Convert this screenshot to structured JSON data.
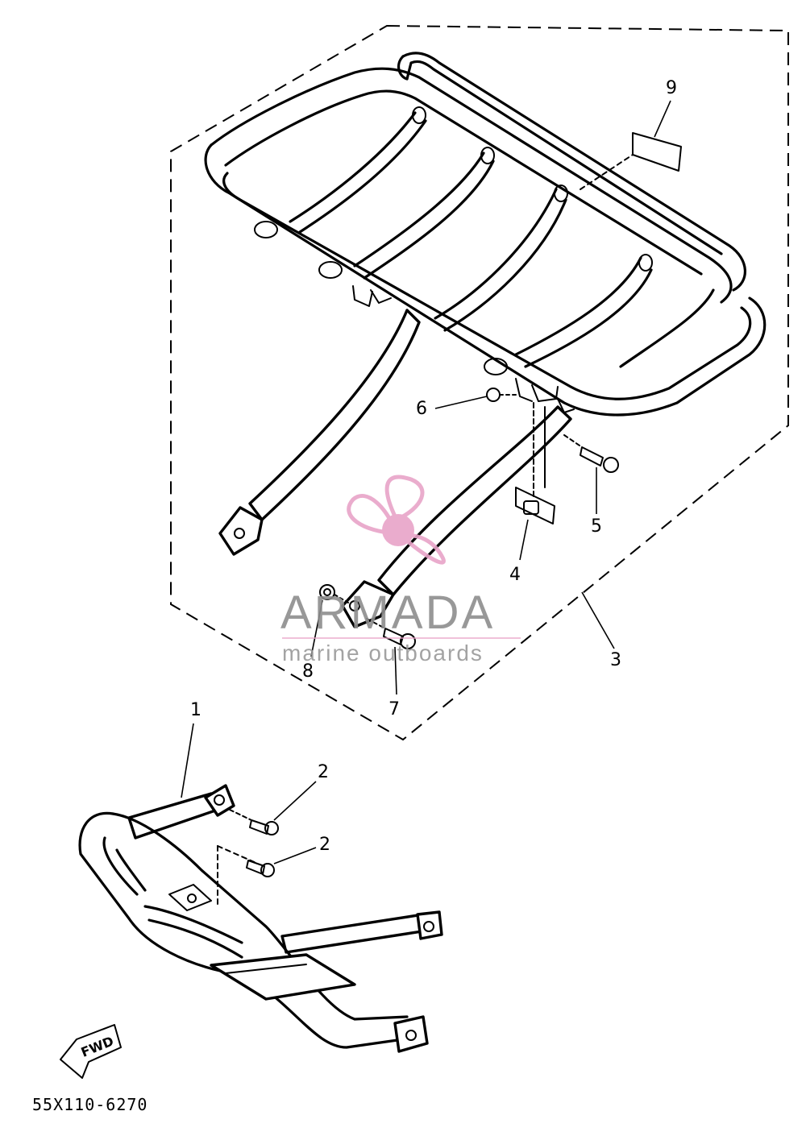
{
  "diagram": {
    "callouts": [
      {
        "id": "callout-1",
        "label": "1"
      },
      {
        "id": "callout-2a",
        "label": "2"
      },
      {
        "id": "callout-2b",
        "label": "2"
      },
      {
        "id": "callout-3",
        "label": "3"
      },
      {
        "id": "callout-4",
        "label": "4"
      },
      {
        "id": "callout-5",
        "label": "5"
      },
      {
        "id": "callout-6",
        "label": "6"
      },
      {
        "id": "callout-7",
        "label": "7"
      },
      {
        "id": "callout-8",
        "label": "8"
      },
      {
        "id": "callout-9",
        "label": "9"
      }
    ],
    "direction_label": "FWD",
    "drawing_code": "55X110-6270"
  },
  "watermark": {
    "brand": "ARMADA",
    "tagline": "marine outboards",
    "colors": {
      "propeller": "#e8a4c8",
      "text": "#8d8d8d"
    }
  }
}
